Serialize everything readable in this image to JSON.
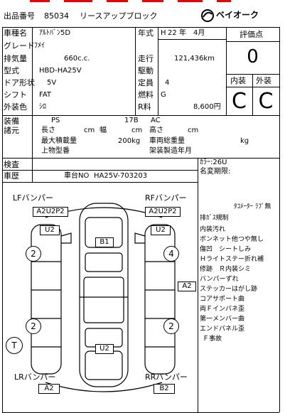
{
  "header": {
    "lot_label": "出品番号",
    "lot_number": "85034",
    "company": "リースアップブロック",
    "logo_text": "ベイオーク"
  },
  "specs": {
    "model_label": "車種名",
    "model": "ｱﾙﾄﾊﾞﾝ5D",
    "grade_label": "グレード",
    "grade": "ﾌﾒｲ",
    "displacement_label": "排気量",
    "displacement": "660c.c.",
    "type_label": "型式",
    "type": "HBD-HA25V",
    "doors_label": "ドア形状",
    "doors": "5V",
    "shift_label": "シフト",
    "shift": "FAT",
    "color_label": "外装色",
    "color": "ｼﾛ",
    "year_label": "年式",
    "year_era": "H",
    "year_num": "22",
    "year_unit": "年",
    "year_month": "4月",
    "mileage_label": "走行",
    "mileage": "121,436km",
    "drive_label": "駆動",
    "drive": "",
    "seats_label": "定員",
    "seats": "4",
    "fuel_label": "燃料",
    "fuel": "G",
    "rtax_label": "R料",
    "rtax": "8,600円"
  },
  "grades": {
    "score_label": "評価点",
    "score": "0",
    "interior_label": "内装",
    "exterior_label": "外装",
    "interior": "C",
    "exterior": "C"
  },
  "equipment": {
    "equip_label": "装備",
    "specs_label": "諸元",
    "ps": "PS",
    "code": "17B",
    "ac": "AC",
    "length": "長さ",
    "cm1": "cm",
    "width": "幅",
    "cm2": "cm",
    "height": "高さ",
    "cm3": "cm",
    "max_load": "最大積載量",
    "max_load_value": "200kg",
    "gross": "車両総重量",
    "gross_unit": "kg",
    "top_model": "上物型番",
    "build_year": "架装製造年月"
  },
  "inspection": {
    "inspect_label": "検査",
    "history_label": "車歴",
    "chassis_label": "車台NO",
    "chassis": "HA25V-703203",
    "color_code": "ｶﾗｰ:26U",
    "name_change": "名変期限:"
  },
  "diagram": {
    "lf_bumper_label": "LFバンパー",
    "lf_bumper": "A2U2P2",
    "rf_bumper_label": "RFバンパー",
    "rf_bumper": "A2U2P2",
    "lr_bumper_label": "LRバンパー",
    "lr_bumper": "A2",
    "rr_bumper_label": "RRバンパー",
    "rr_bumper": "B2",
    "left_front_fender": "U2",
    "right_front_fender": "U2",
    "roof": "B1",
    "right_door": "A2",
    "rear_center": "U2",
    "tire_lf": "2",
    "tire_rf": "4",
    "tire_lr": "2",
    "tire_rr": "2",
    "spare": "T"
  },
  "notes": [
    "ﾀｺﾒｰﾀｰ ﾗﾌﾟ無",
    "排ｶﾞｽ規制",
    "内装汚れ",
    "ボンネット他つや無し",
    "傷凹　シートしみ",
    "Ｈライトステー折れ補",
    "修跡　Ｒ内装シミ",
    "バンパーずれ",
    "ステッカーはがし跡",
    "コアサポート曲",
    "両Ｆインパネ歪",
    "第一メンバー曲",
    "エンドパネル歪",
    "Ｆ事故"
  ],
  "colors": {
    "accent": "#e00000"
  }
}
